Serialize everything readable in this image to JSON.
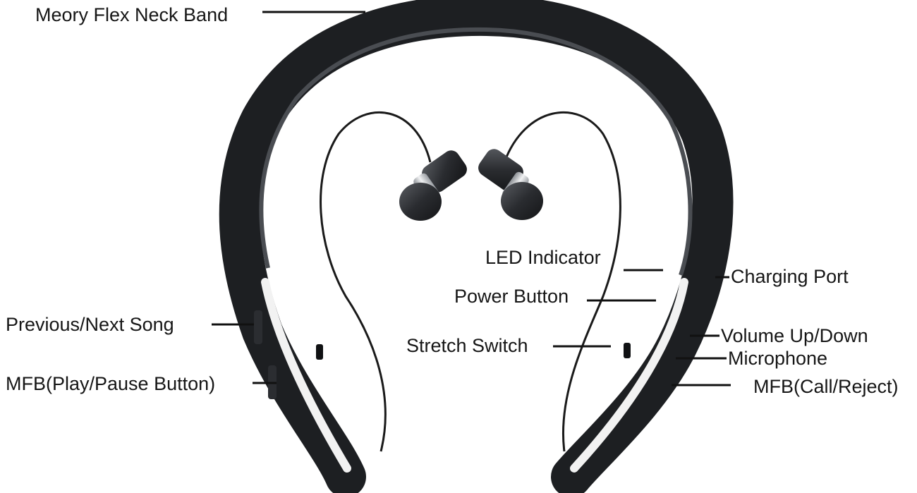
{
  "callouts": {
    "neck_band": "Meory Flex Neck Band",
    "prev_next": "Previous/Next Song",
    "mfb_play": "MFB(Play/Pause Button)",
    "led": "LED Indicator",
    "power": "Power Button",
    "stretch": "Stretch Switch",
    "charging": "Charging Port",
    "volume": "Volume Up/Down",
    "microphone": "Microphone",
    "mfb_call": "MFB(Call/Reject)"
  },
  "colors": {
    "band": "#1d1f22",
    "band_highlight": "#4a4d52",
    "stripe": "#f2f2f2",
    "earbud_metal": "#c8ccd0",
    "leader": "#111111"
  }
}
